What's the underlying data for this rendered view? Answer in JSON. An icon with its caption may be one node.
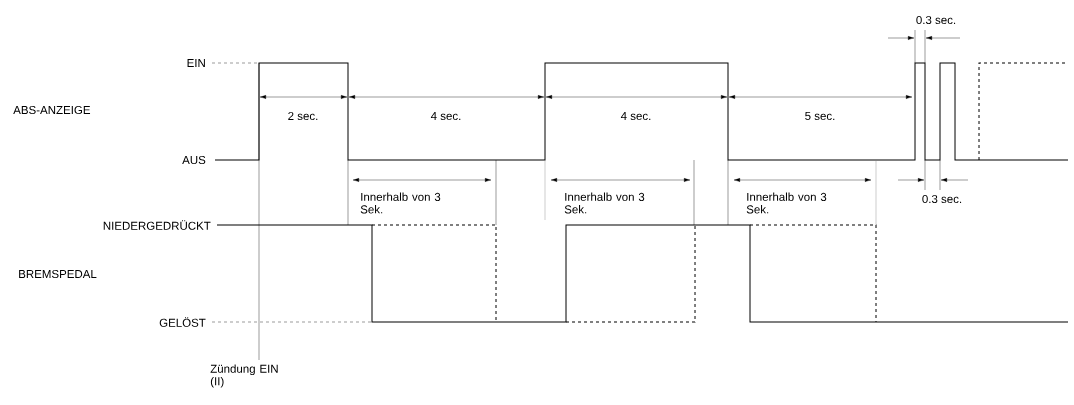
{
  "diagram": {
    "labels": [
      "0.3 sec.",
      "EIN",
      "ABS-ANZEIGE",
      "2 sec.",
      "4 sec.",
      "4 sec.",
      "5 sec.",
      "AUS",
      "Innerhalb von 3 Sek.",
      "Innerhalb von 3 Sek.",
      "Innerhalb von 3 Sek.",
      "0.3 sec.",
      "NIEDERGEDRÜCKT",
      "BREMSPEDAL",
      "GELÖST",
      "Zündung EIN (II)"
    ]
  }
}
